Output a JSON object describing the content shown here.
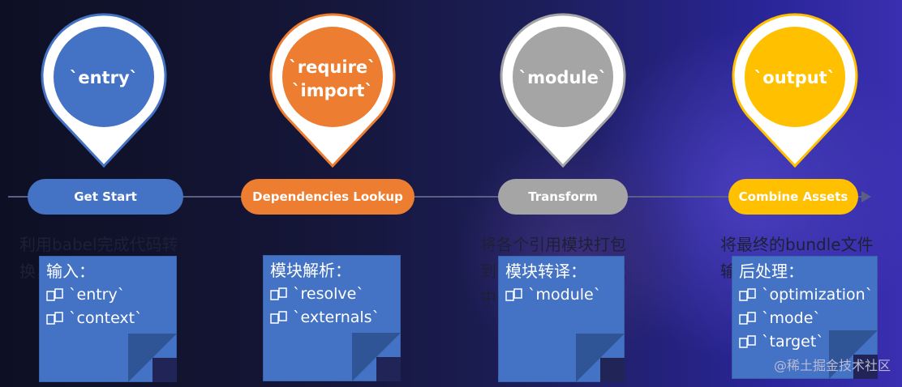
{
  "colors": {
    "entry": "#4472c4",
    "require": "#ed7d31",
    "module": "#a5a5a5",
    "output": "#ffc000",
    "note": "#4472c4"
  },
  "stages": [
    {
      "pin_lines": [
        "`entry`"
      ],
      "pill": "Get Start",
      "desc": "利用babel完成代码转换，并生成单个文件",
      "note_title": "输入：",
      "note_items": [
        "`entry`",
        "`context`"
      ]
    },
    {
      "pin_lines": [
        "`require`",
        "`import`"
      ],
      "pill": "Dependencies Lookup",
      "desc": "",
      "note_title": "模块解析：",
      "note_items": [
        "`resolve`",
        "`externals`"
      ]
    },
    {
      "pin_lines": [
        "`module`"
      ],
      "pill": "Transform",
      "desc": "将各个引用模块打包到一个立即执行函数中",
      "note_title": "模块转译：",
      "note_items": [
        "`module`"
      ]
    },
    {
      "pin_lines": [
        "`output`"
      ],
      "pill": "Combine Assets",
      "desc": "将最终的bundle文件输出",
      "note_title": "后处理：",
      "note_items": [
        "`optimization`",
        "`mode`",
        "`target`"
      ]
    }
  ],
  "watermark": "@稀土掘金技术社区"
}
